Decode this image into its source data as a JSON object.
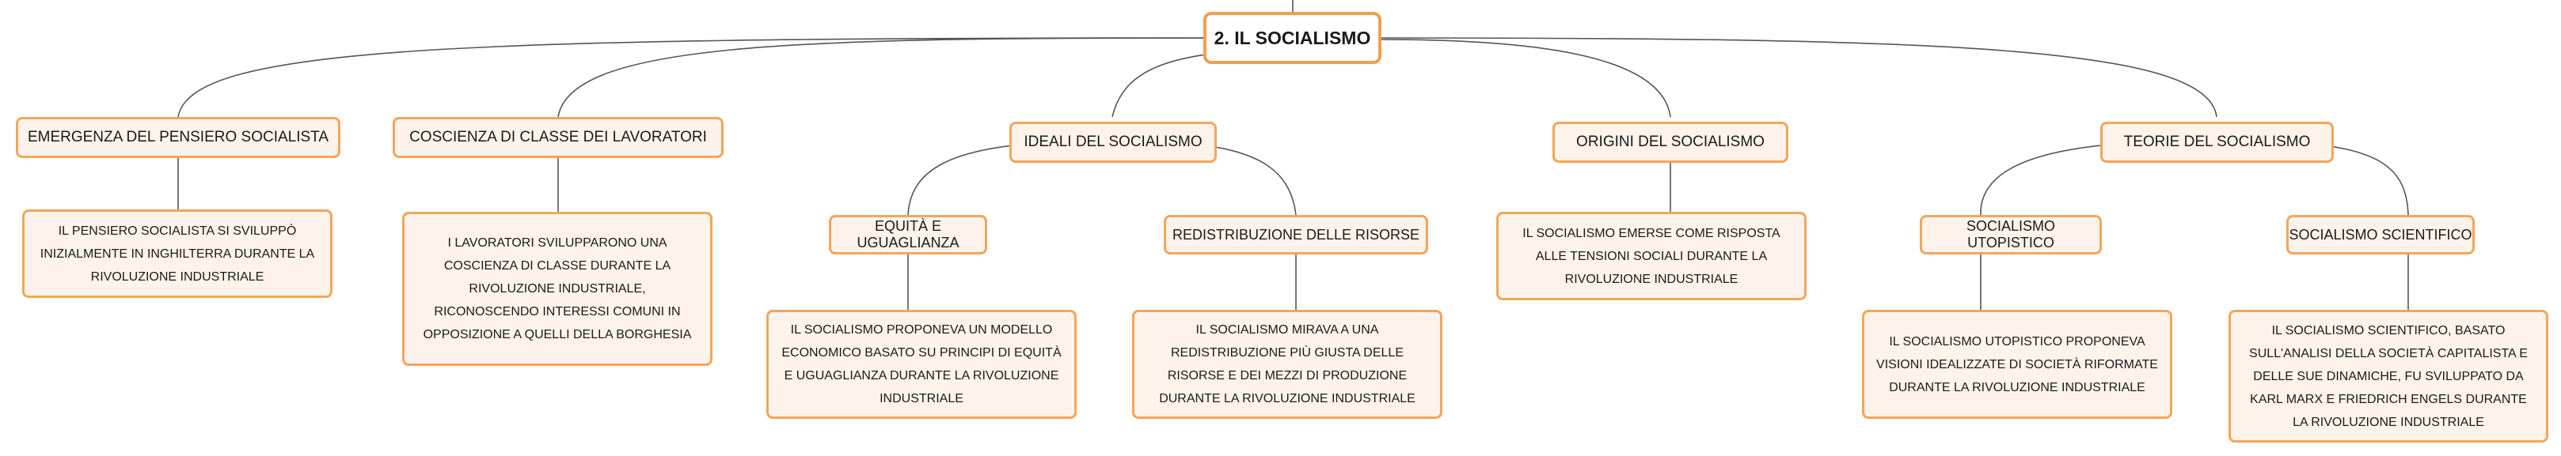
{
  "root": "2. IL SOCIALISMO",
  "branches": [
    {
      "title": "EMERGENZA DEL PENSIERO SOCIALISTA",
      "note": "IL PENSIERO SOCIALISTA SI SVILUPPÒ INIZIALMENTE IN INGHILTERRA DURANTE LA RIVOLUZIONE INDUSTRIALE"
    },
    {
      "title": "COSCIENZA DI CLASSE DEI LAVORATORI",
      "note": "I LAVORATORI SVILUPPARONO UNA COSCIENZA DI CLASSE DURANTE LA RIVOLUZIONE INDUSTRIALE, RICONOSCENDO INTERESSI COMUNI IN OPPOSIZIONE A QUELLI DELLA BORGHESIA"
    },
    {
      "title": "IDEALI DEL SOCIALISMO",
      "children": [
        {
          "title": "EQUITÀ E UGUAGLIANZA",
          "note": "IL SOCIALISMO PROPONEVA UN MODELLO ECONOMICO BASATO SU PRINCIPI DI EQUITÀ E UGUAGLIANZA DURANTE LA RIVOLUZIONE INDUSTRIALE"
        },
        {
          "title": "REDISTRIBUZIONE DELLE RISORSE",
          "note": "IL SOCIALISMO MIRAVA A UNA REDISTRIBUZIONE PIÙ GIUSTA DELLE RISORSE E DEI MEZZI DI PRODUZIONE DURANTE LA RIVOLUZIONE INDUSTRIALE"
        }
      ]
    },
    {
      "title": "ORIGINI DEL SOCIALISMO",
      "note": "IL SOCIALISMO EMERSE COME RISPOSTA ALLE TENSIONI SOCIALI DURANTE LA RIVOLUZIONE INDUSTRIALE"
    },
    {
      "title": "TEORIE DEL SOCIALISMO",
      "children": [
        {
          "title": "SOCIALISMO UTOPISTICO",
          "note": "IL SOCIALISMO UTOPISTICO PROPONEVA VISIONI IDEALIZZATE DI SOCIETÀ RIFORMATE DURANTE LA RIVOLUZIONE INDUSTRIALE"
        },
        {
          "title": "SOCIALISMO SCIENTIFICO",
          "note": "IL SOCIALISMO SCIENTIFICO, BASATO SULL'ANALISI DELLA SOCIETÀ CAPITALISTA E DELLE SUE DINAMICHE, FU SVILUPPATO DA KARL MARX E FRIEDRICH ENGELS DURANTE LA RIVOLUZIONE INDUSTRIALE"
        }
      ]
    }
  ],
  "colors": {
    "border": "#f2a65a",
    "fill": "#fdf3ea",
    "line": "#555555"
  }
}
